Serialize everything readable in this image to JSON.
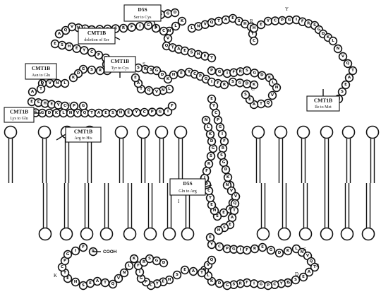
{
  "labels": [
    {
      "id": "d5s-ser-cys",
      "line1": "D5S",
      "line2": "Ser to Cys"
    },
    {
      "id": "cmt1b-deletion-ser",
      "line1": "CMT1B",
      "line2": "deletion of Ser"
    },
    {
      "id": "cmt1b-asn-glu",
      "line1": "CMT1B",
      "line2": "Asn to Glu"
    },
    {
      "id": "cmt1b-tyr-cys",
      "line1": "CMT1B",
      "line2": "Tyr to Cys"
    },
    {
      "id": "cmt1b-lys-glu",
      "line1": "CMT1B",
      "line2": "Lys to Glu"
    },
    {
      "id": "cmt1b-arg-his",
      "line1": "CMT1B",
      "line2": "Arg to His"
    },
    {
      "id": "cmt1b-ile-met",
      "line1": "CMT1B",
      "line2": "Ile to Met"
    },
    {
      "id": "d5s-gln-arg",
      "line1": "D5S",
      "line2": "Gln to Arg"
    }
  ],
  "cterm_label": "COOH",
  "position_marks": [
    "R",
    "Y",
    "S",
    "I",
    "N",
    "D",
    "K",
    "S",
    "C",
    "S",
    "P"
  ]
}
